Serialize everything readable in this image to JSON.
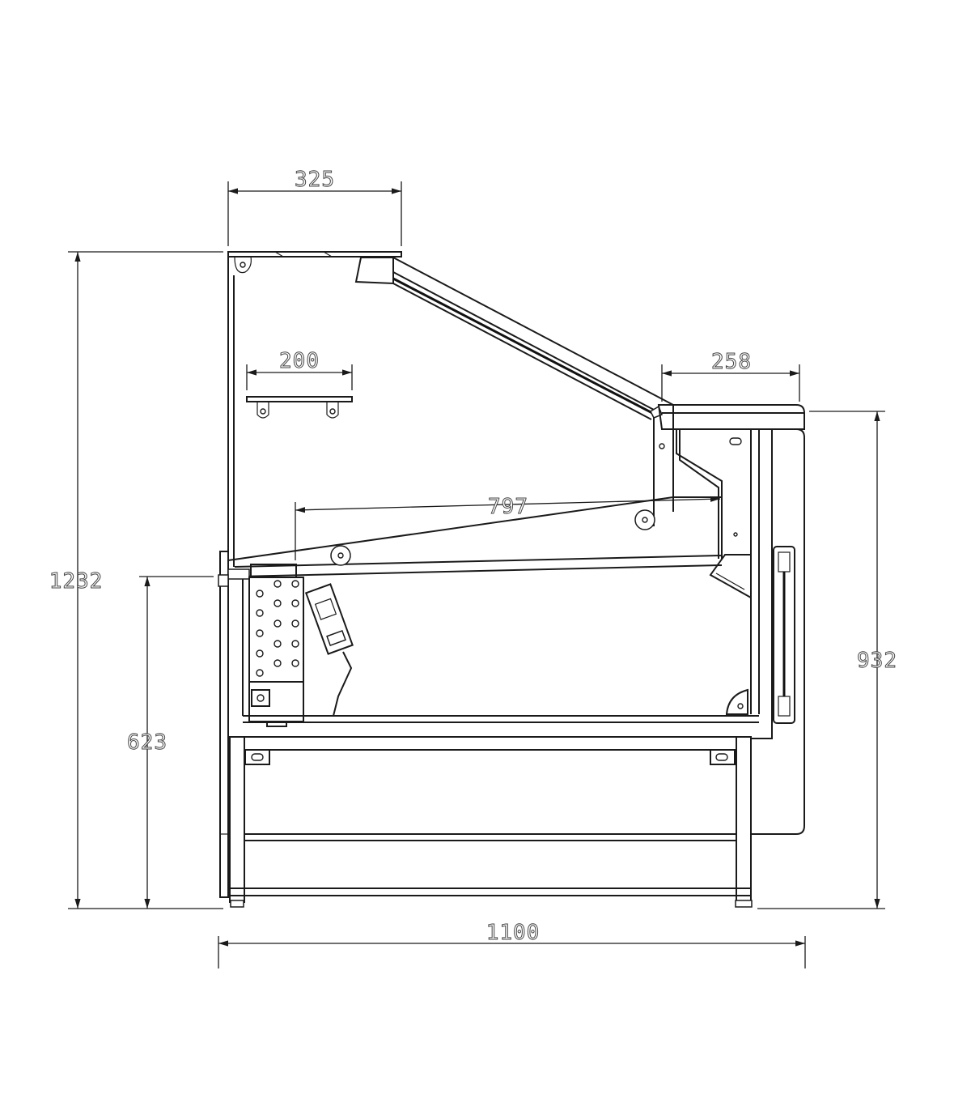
{
  "drawing": {
    "view": "side-section",
    "colors": {
      "line": "#1a1a1a",
      "background": "#ffffff"
    }
  },
  "dimensions": {
    "top_shelf_width": "325",
    "inner_shelf_width": "200",
    "rear_worktop_width": "258",
    "display_depth": "797",
    "total_height": "1232",
    "counter_height": "623",
    "rear_height": "932",
    "total_width": "1100"
  }
}
